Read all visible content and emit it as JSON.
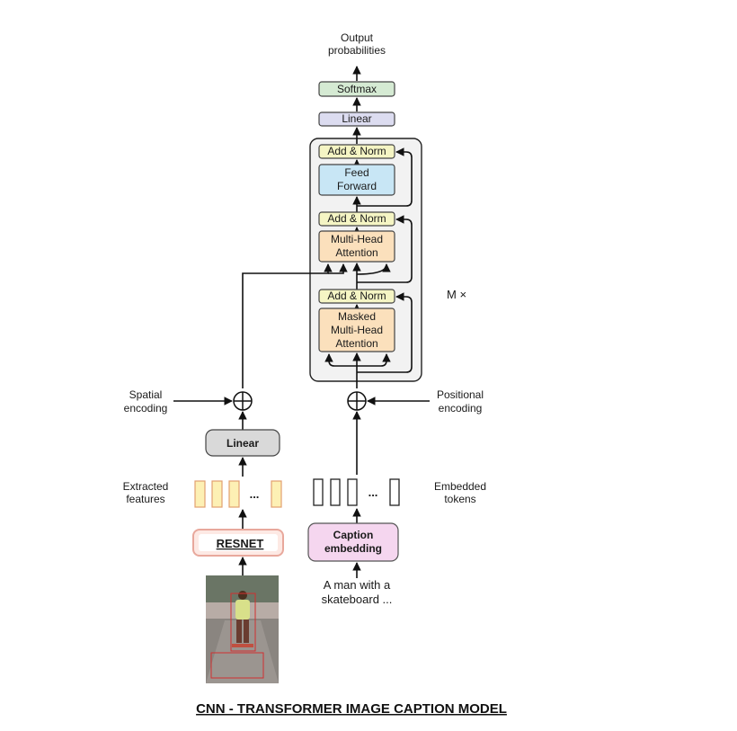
{
  "outputs": {
    "label_line1": "Output",
    "label_line2": "probabilities"
  },
  "blocks": {
    "softmax": "Softmax",
    "linear_top": "Linear",
    "add_norm": "Add & Norm",
    "feed_forward_line1": "Feed",
    "feed_forward_line2": "Forward",
    "mha_line1": "Multi-Head",
    "mha_line2": "Attention",
    "masked_line1": "Masked",
    "masked_line2": "Multi-Head",
    "masked_line3": "Attention",
    "repeat": "M ×",
    "linear_left": "Linear",
    "resnet": "RESNET",
    "caption_embedding_line1": "Caption",
    "caption_embedding_line2": "embedding"
  },
  "labels": {
    "spatial_line1": "Spatial",
    "spatial_line2": "encoding",
    "positional_line1": "Positional",
    "positional_line2": "encoding",
    "extracted_line1": "Extracted",
    "extracted_line2": "features",
    "embedded_line1": "Embedded",
    "embedded_line2": "tokens",
    "ellipsis": "...",
    "input_text_line1": "A man with a",
    "input_text_line2": "skateboard ..."
  },
  "title": "CNN - TRANSFORMER IMAGE CAPTION MODEL",
  "colors": {
    "softmax": "#d5ead3",
    "linear_top": "#dcdcf0",
    "add_norm": "#f5f5c4",
    "feed_forward": "#c8e6f5",
    "attention": "#fbe0bc",
    "decoder_bg": "#f2f2f2",
    "linear_left": "#d9d9d9",
    "resnet_border": "#e8a89c",
    "caption_embedding": "#f5d6ef",
    "feature_bar": "#fdf0b4",
    "feature_bar_border": "#e2a070"
  }
}
